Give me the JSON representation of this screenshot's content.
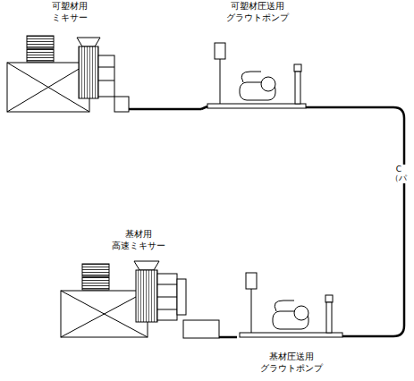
{
  "diagram": {
    "nodes": [
      {
        "text": [
          "可塑材用 ミキサー"
        ]
      },
      {
        "text": [
          "可塑材圧送用 グラウトポンプ"
        ]
      },
      {
        "text": [
          "基材用 高速ミキサー"
        ]
      },
      {
        "text": [
          "基材圧送用 グラウトポンプ"
        ]
      }
    ],
    "edges": [
      {
        "from": 0,
        "to": 1,
        "arrow": "none"
      },
      {
        "from": 2,
        "to": 3,
        "arrow": "none"
      }
    ],
    "labels": [
      "C （パ"
    ]
  }
}
